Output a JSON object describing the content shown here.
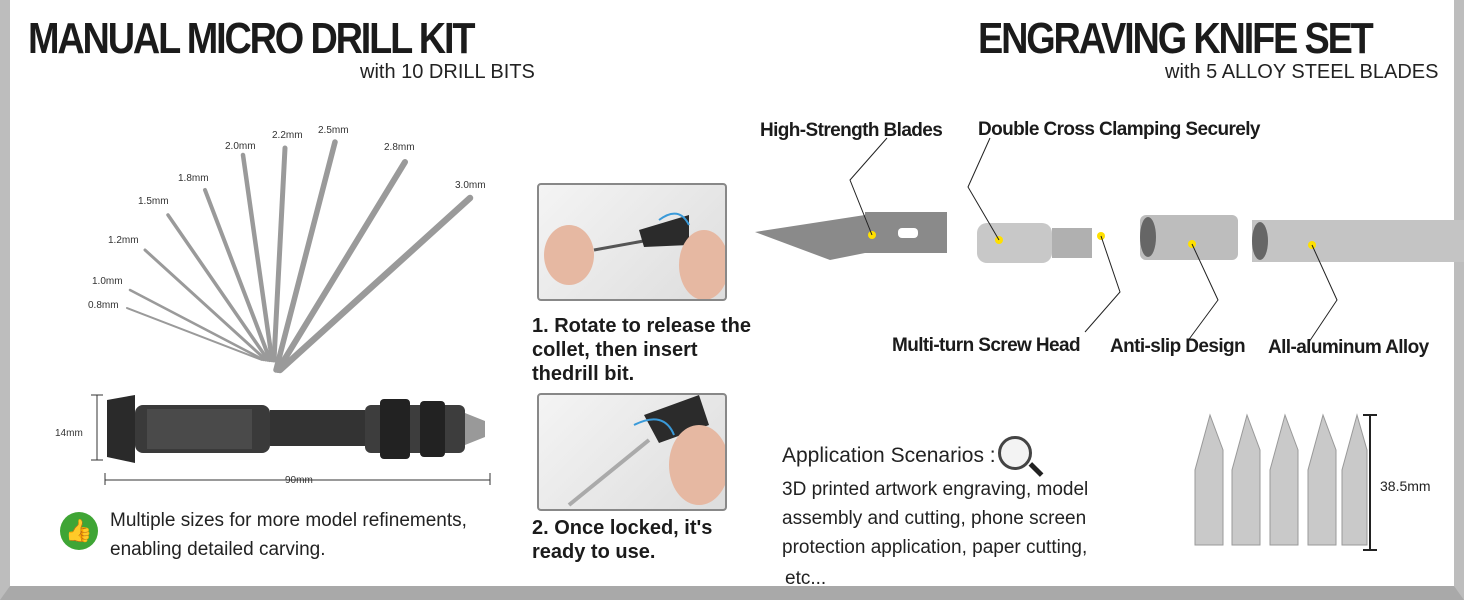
{
  "left": {
    "title": "MANUAL MICRO DRILL KIT",
    "subtitle": "with 10 DRILL BITS",
    "bits": [
      "0.8mm",
      "1.0mm",
      "1.2mm",
      "1.5mm",
      "1.8mm",
      "2.0mm",
      "2.2mm",
      "2.5mm",
      "2.8mm",
      "3.0mm"
    ],
    "height_dim": "14mm",
    "length_dim": "90mm",
    "feature": {
      "icon": "thumbs-up-icon",
      "text": "Multiple sizes for more model refinements, enabling detailed carving.",
      "color": "#3fa535"
    }
  },
  "steps": [
    {
      "text": "1. Rotate to release the collet, then insert thedrill bit."
    },
    {
      "text": "2. Once locked, it's ready to use."
    }
  ],
  "right": {
    "title": "ENGRAVING KNIFE SET",
    "subtitle": "with 5 ALLOY STEEL BLADES",
    "callouts": [
      "High-Strength Blades",
      "Double Cross Clamping Securely",
      "Multi-turn Screw Head",
      "Anti-slip Design",
      "All-aluminum Alloy"
    ],
    "marker_color": "#ffe000",
    "applications": {
      "heading": "Application Scenarios :",
      "text": "3D  printed artwork engraving, model assembly and cutting, phone screen protection application, paper cutting,",
      "etc": "etc..."
    },
    "blade_length": "38.5mm"
  }
}
